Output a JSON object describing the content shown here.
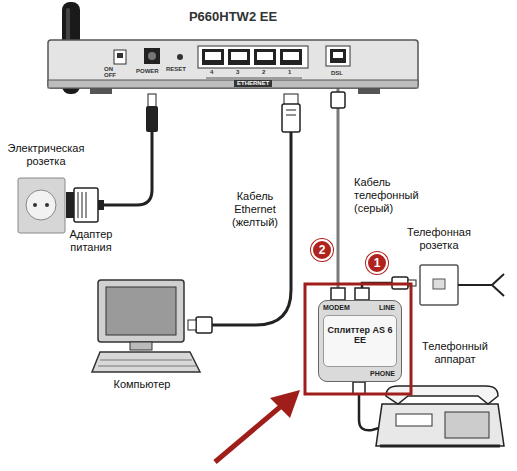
{
  "diagram": {
    "nodes": [
      {
        "text": [
          "P660HTW2 EE"
        ]
      },
      {
        "text": [
          "MODEM",
          "LINE",
          "Сплиттер AS 6 EE",
          "PHONE"
        ]
      }
    ],
    "edges": [
      {
        "from": 0,
        "to": 1,
        "arrow": "none"
      }
    ],
    "labels": [
      "ON",
      "OFF",
      "POWER",
      "RESET",
      "4",
      "3",
      "2",
      "1",
      "ETHERNET",
      "DSL",
      "Электрическая розетка",
      "Адаптер питания",
      "Кабель Ethernet (желтый)",
      "Кабель телефонный (серый)",
      "2",
      "1",
      "Телефонная розетка",
      "Компьютер",
      "Телефонный аппарат"
    ]
  }
}
